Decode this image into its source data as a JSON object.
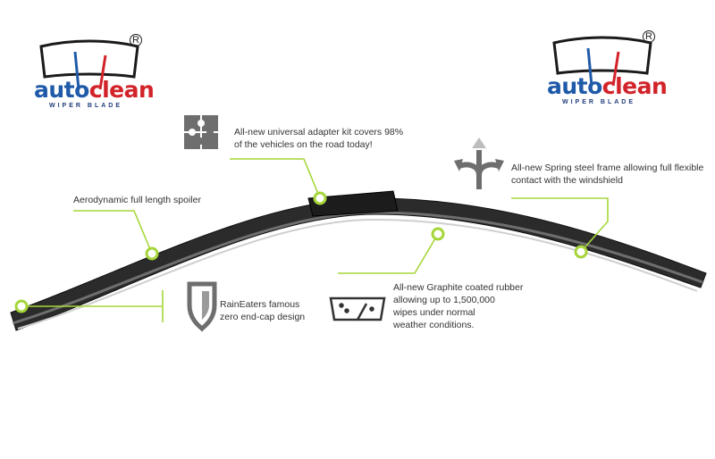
{
  "brand": {
    "name_part1": "auto",
    "name_part2": "clean",
    "subtitle": "WIPER BLADE",
    "registered_mark": "R",
    "colors": {
      "blue": "#1f5aa8",
      "red": "#d2232a",
      "accent": "#a6d63a"
    }
  },
  "features": {
    "adapter": {
      "icon": "puzzle-icon",
      "line1": "All-new universal adapter kit covers 98%",
      "line2": "of the vehicles on the road today!"
    },
    "spring": {
      "icon": "arrows-split-icon",
      "line1": "All-new Spring steel frame allowing full flexible",
      "line2": "contact with the windshield"
    },
    "spoiler": {
      "line1": "Aerodynamic full length spoiler"
    },
    "endcap": {
      "icon": "shield-icon",
      "line1": "RainEaters famous",
      "line2": "zero end-cap design"
    },
    "graphite": {
      "icon": "windshield-wiper-icon",
      "line1": "All-new Graphite coated rubber",
      "line2": "allowing up to 1,500,000",
      "line3": "wipes under normal",
      "line4": "weather conditions."
    }
  }
}
